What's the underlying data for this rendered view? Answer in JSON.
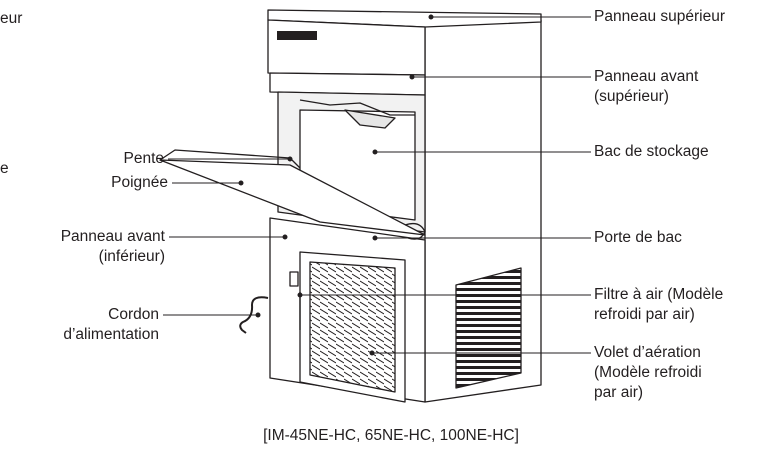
{
  "labels": {
    "left_edge_top": "eur",
    "left_edge_mid": "e",
    "pente": "Pente",
    "poignee": "Poignée",
    "panneau_avant_inferieur": "Panneau avant\n(inférieur)",
    "cordon": "Cordon\nd’alimentation",
    "panneau_superieur": "Panneau supérieur",
    "panneau_avant_superieur": "Panneau avant\n(supérieur)",
    "bac_de_stockage": "Bac de stockage",
    "porte_de_bac": "Porte de bac",
    "filtre_a_air": "Filtre à air (Modèle\nrefroidi par air)",
    "volet_aeration": "Volet d’aération\n(Modèle refroidi\npar air)"
  },
  "caption": "[IM-45NE-HC, 65NE-HC, 100NE-HC]",
  "colors": {
    "line": "#231f20",
    "fill": "#ffffff",
    "shade": "#d6d6d6"
  }
}
